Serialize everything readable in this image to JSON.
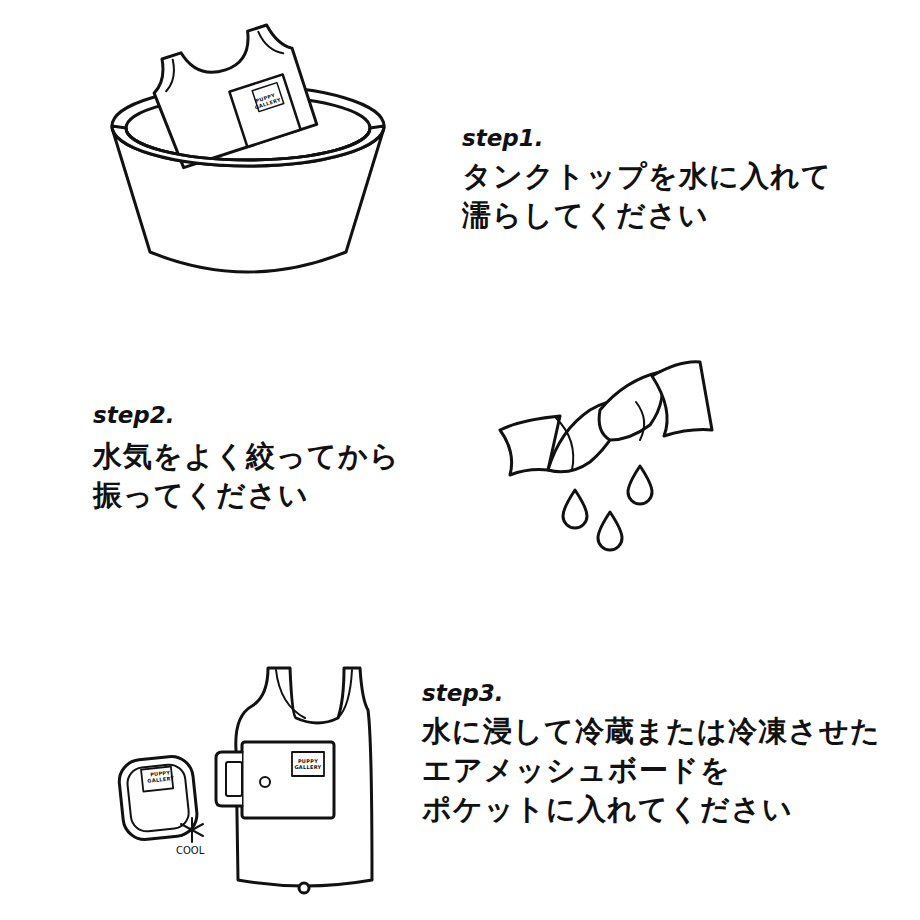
{
  "diagram": {
    "labels": [
      "PUPPY GALLERY",
      "step1.",
      "タンクトップを水に入れて 濡らしてください",
      "step2.",
      "水気をよく絞ってから 振ってください",
      "PUPPY GALLERY",
      "COOL",
      "PUPPY GALLERY",
      "step3.",
      "水に浸して冷蔵または冷凍させた エアメッシュボードを ポケットに入れてください"
    ]
  }
}
